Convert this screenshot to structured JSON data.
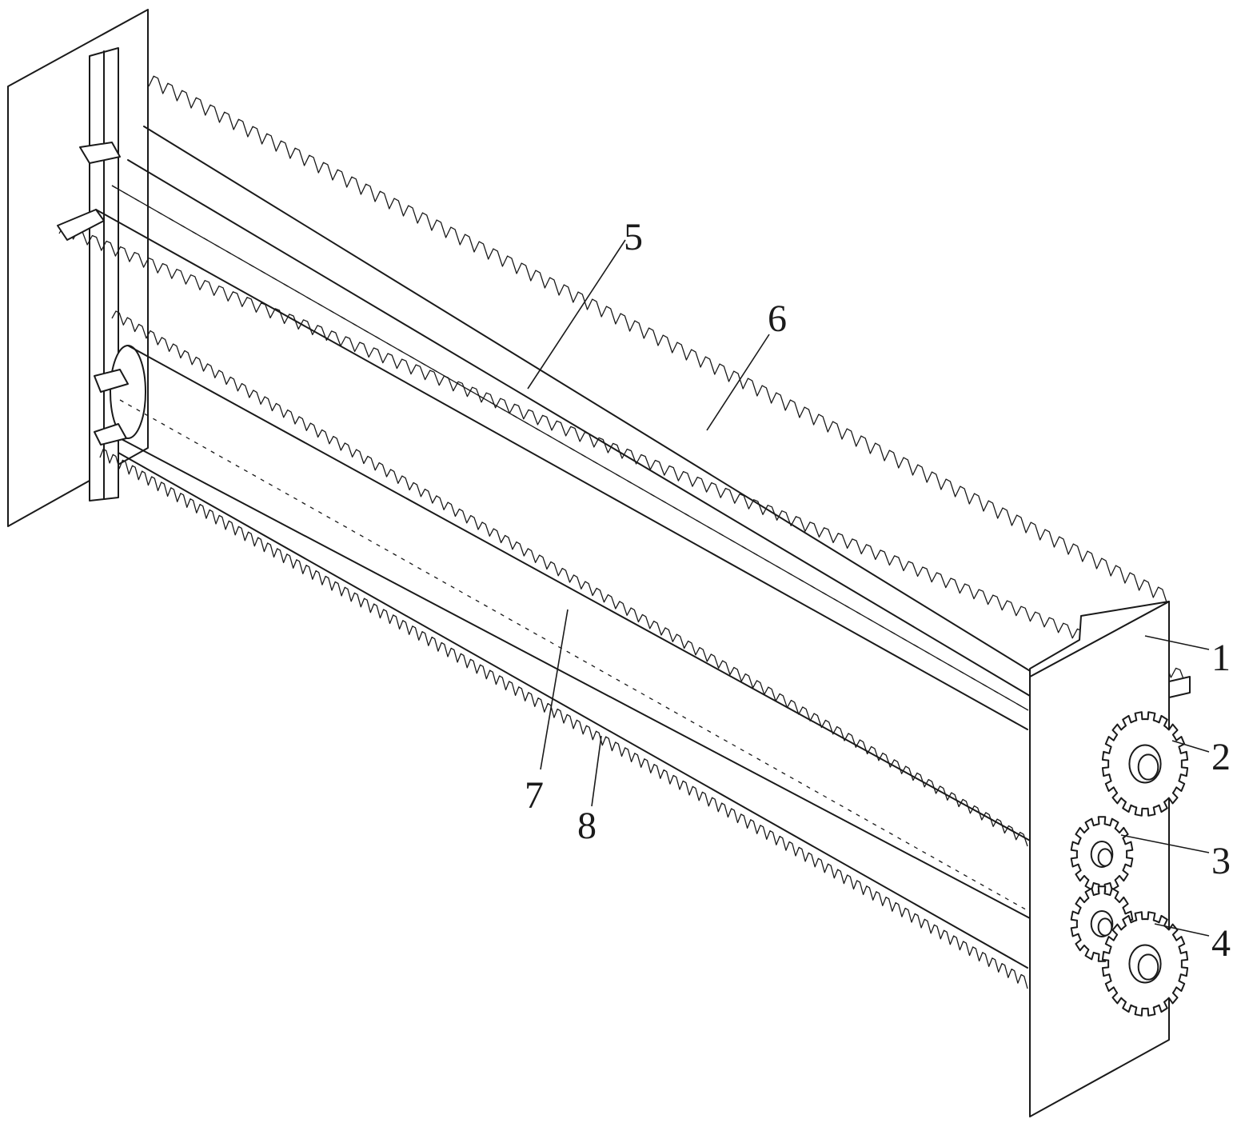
{
  "drawing": {
    "callouts": [
      {
        "id": "1",
        "label": "1"
      },
      {
        "id": "2",
        "label": "2"
      },
      {
        "id": "3",
        "label": "3"
      },
      {
        "id": "4",
        "label": "4"
      },
      {
        "id": "5",
        "label": "5"
      },
      {
        "id": "6",
        "label": "6"
      },
      {
        "id": "7",
        "label": "7"
      },
      {
        "id": "8",
        "label": "8"
      }
    ]
  }
}
